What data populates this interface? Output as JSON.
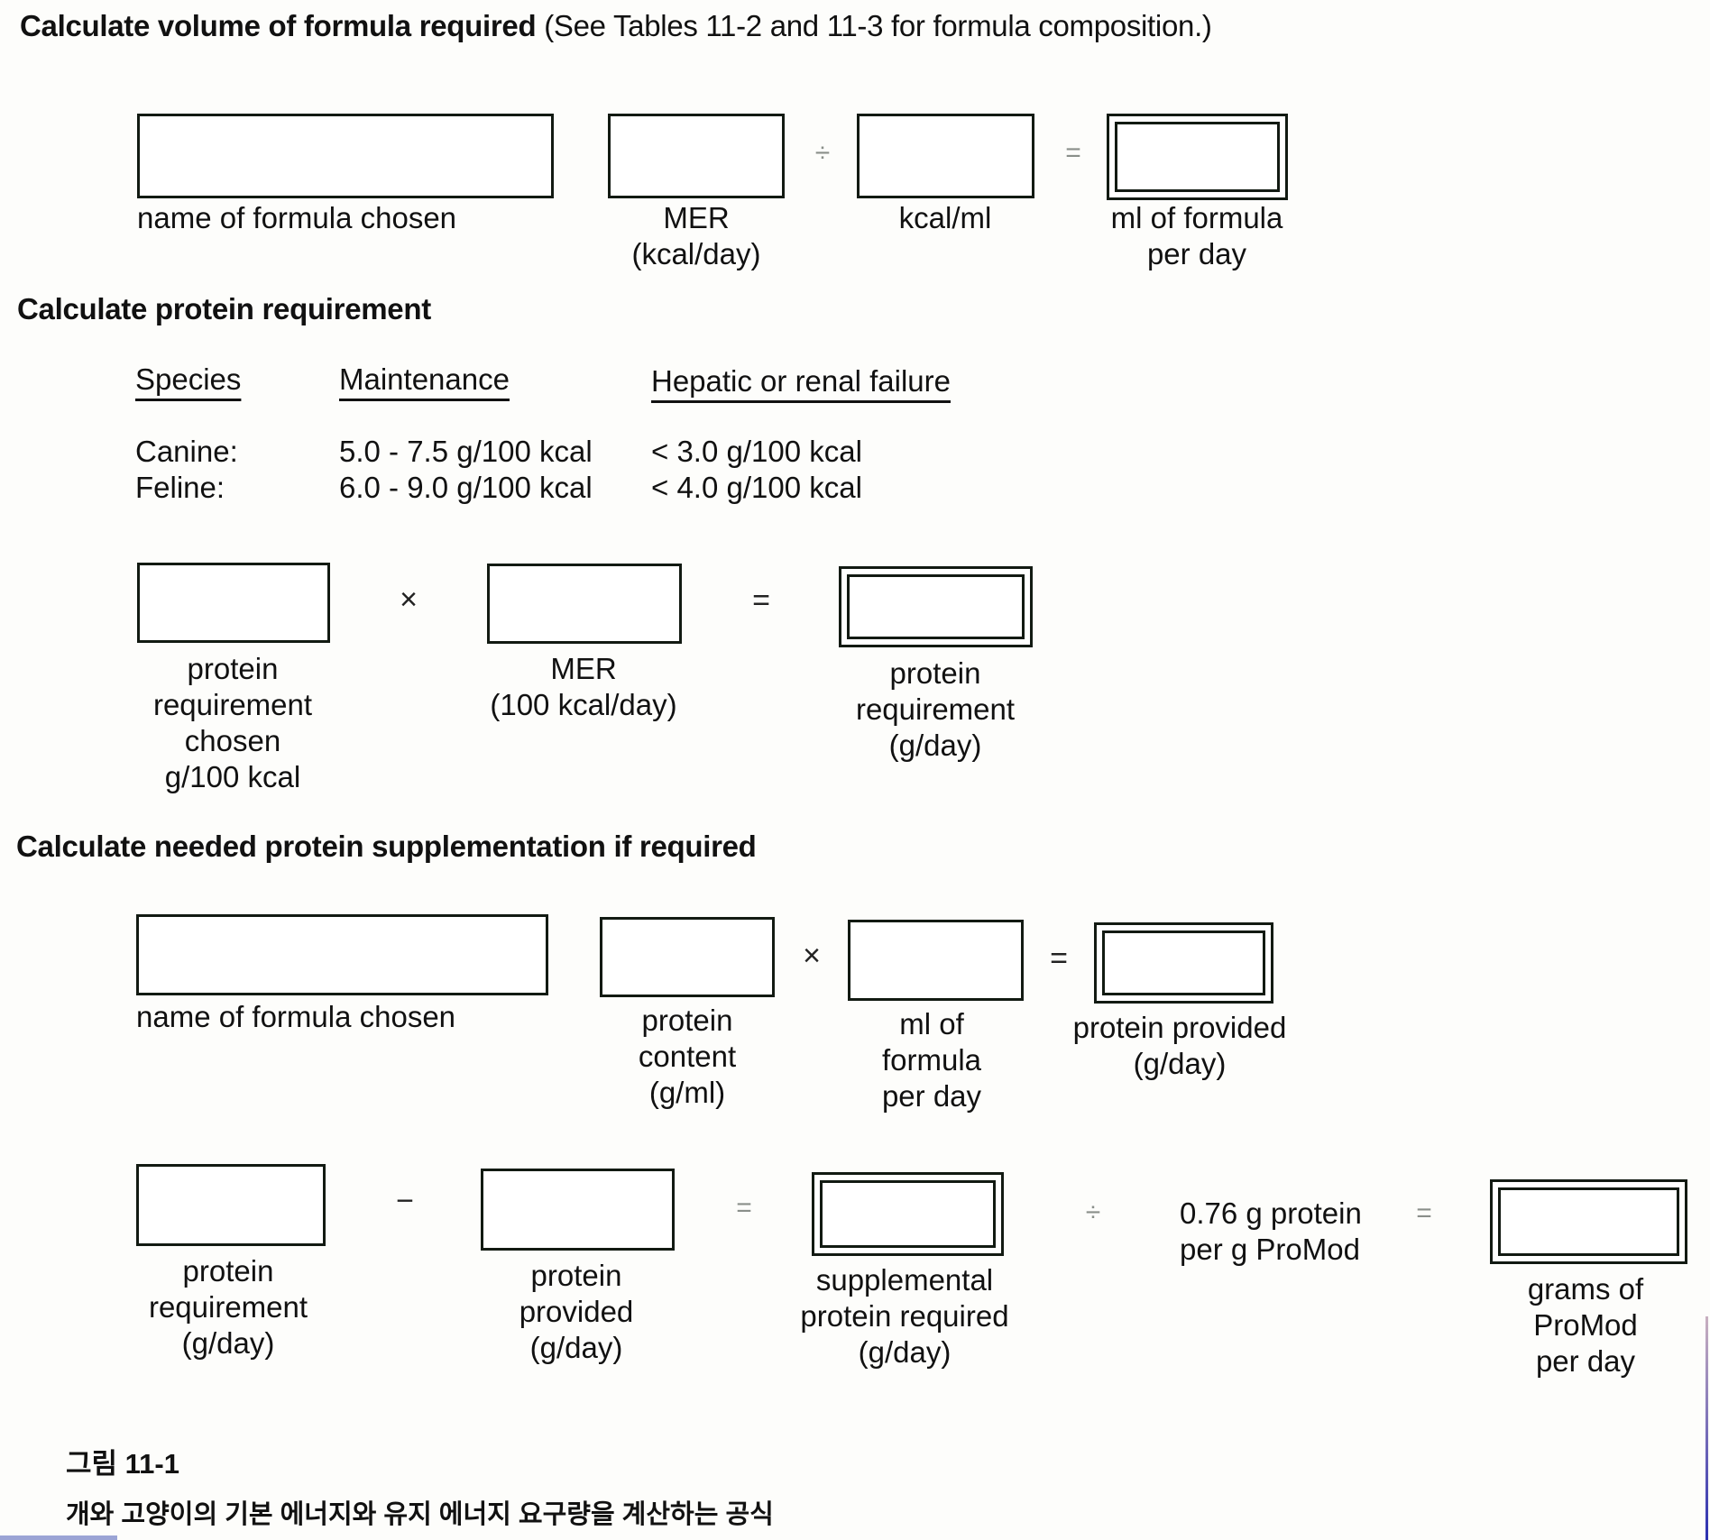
{
  "sections": {
    "volume": {
      "title_bold": "Calculate volume of formula required",
      "title_note": " (See Tables 11-2 and 11-3 for formula composition.)",
      "labels": {
        "formula_name": "name of formula chosen",
        "mer": "MER\n(kcal/day)",
        "kcal_ml": "kcal/ml",
        "ml_per_day": "ml of formula\nper day"
      },
      "operators": {
        "divide": "÷",
        "equals": "="
      }
    },
    "protein_requirement": {
      "title": "Calculate protein requirement",
      "table": {
        "headers": [
          "Species",
          "Maintenance",
          "Hepatic or renal failure"
        ],
        "rows": [
          [
            "Canine:",
            "5.0 - 7.5 g/100 kcal",
            "< 3.0 g/100 kcal"
          ],
          [
            "Feline:",
            "6.0 - 9.0 g/100 kcal",
            "< 4.0 g/100 kcal"
          ]
        ]
      },
      "labels": {
        "requirement_chosen": "protein\nrequirement\nchosen\ng/100 kcal",
        "mer": "MER\n(100 kcal/day)",
        "result": "protein\nrequirement\n(g/day)"
      },
      "operators": {
        "multiply": "×",
        "equals": "="
      }
    },
    "supplementation": {
      "title": "Calculate needed protein supplementation if required",
      "row1_labels": {
        "formula_name": "name of formula chosen",
        "protein_content": "protein\ncontent\n(g/ml)",
        "ml_per_day": "ml of\nformula\nper day",
        "protein_provided": "protein provided\n(g/day)"
      },
      "row1_operators": {
        "multiply": "×",
        "equals": "="
      },
      "row2_labels": {
        "protein_requirement": "protein\nrequirement\n(g/day)",
        "protein_provided": "protein\nprovided\n(g/day)",
        "supplemental": "supplemental\nprotein required\n(g/day)",
        "promod_constant": "0.76 g protein\nper g ProMod",
        "grams_promod": "grams of\nProMod\nper day"
      },
      "row2_operators": {
        "minus": "−",
        "equals": "=",
        "divide": "÷",
        "equals2": "="
      }
    }
  },
  "caption": {
    "figure": "그림  11-1",
    "text": "개와 고양이의 기본 에너지와 유지 에너지 요구량을 계산하는 공식"
  }
}
